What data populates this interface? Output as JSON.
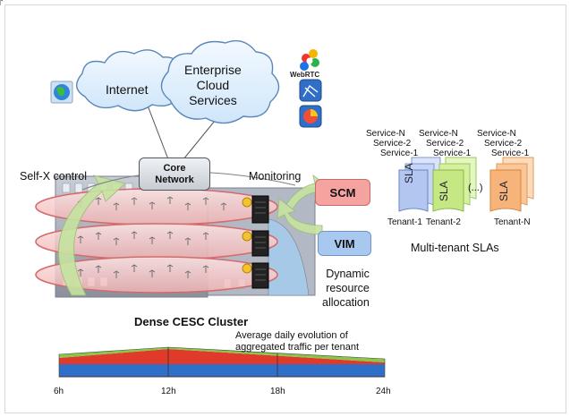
{
  "clouds": {
    "internet": "Internet",
    "enterprise": "Enterprise\nCloud\nServices"
  },
  "webrtc_label": "WebRTC",
  "core_network": "Core\nNetwork",
  "labels": {
    "self_x": "Self-X control",
    "monitoring": "Monitoring",
    "scm": "SCM",
    "vim": "VIM",
    "dynamic": "Dynamic\nresource\nallocation",
    "cluster": "Dense CESC Cluster",
    "multi_tenant": "Multi-tenant SLAs",
    "traffic": "Average daily evolution of\naggregated traffic per tenant"
  },
  "tenants": [
    {
      "name": "Tenant-1",
      "sla": "SLA",
      "services": [
        "Service-N",
        "Service-2",
        "Service-1"
      ]
    },
    {
      "name": "Tenant-2",
      "sla": "SLA",
      "services": [
        "Service-N",
        "Service-2",
        "Service-1"
      ]
    },
    {
      "name": "Tenant-N",
      "sla": "SLA",
      "services": [
        "Service-N",
        "Service-2",
        "Service-1"
      ]
    }
  ],
  "ellipsis": "(...)",
  "time_axis": [
    "6h",
    "12h",
    "18h",
    "24h"
  ],
  "colors": {
    "scm": "#f5a3a0",
    "vim": "#a9c8ef",
    "tenant1": "#c6d4f5",
    "tenant2": "#d6f0a0",
    "tenantN": "#f9c79a"
  }
}
